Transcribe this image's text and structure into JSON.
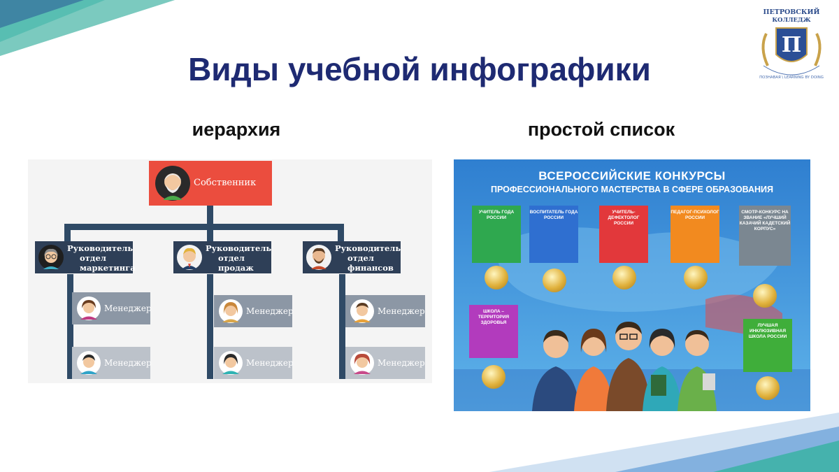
{
  "slide": {
    "title": "Виды учебной инфографики",
    "left_caption": "иерархия",
    "right_caption": "простой список"
  },
  "logo": {
    "line1": "ПЕТРОВСКИЙ",
    "line2": "КОЛЛЕДЖ",
    "motto": "ПОЗНАВАЯ \\ LEARNING BY DOING"
  },
  "hierarchy": {
    "top": "Собственник",
    "departments": [
      {
        "lines": [
          "Руководитель",
          "отдел",
          "маркетинга"
        ]
      },
      {
        "lines": [
          "Руководитель",
          "отдел",
          "продаж"
        ]
      },
      {
        "lines": [
          "Руководитель",
          "отдел",
          "финансов"
        ]
      }
    ],
    "manager_label": "Менеджер"
  },
  "poster": {
    "title_line1": "ВСЕРОССИЙСКИЕ КОНКУРСЫ",
    "title_line2": "ПРОФЕССИОНАЛЬНОГО МАСТЕРСТВА В СФЕРЕ ОБРАЗОВАНИЯ",
    "cards": [
      {
        "title": "УЧИТЕЛЬ ГОДА РОССИИ",
        "color": "#2fa84f"
      },
      {
        "title": "ВОСПИТАТЕЛЬ ГОДА РОССИИ",
        "color": "#2f6fd0"
      },
      {
        "title": "УЧИТЕЛЬ-ДЕФЕКТОЛОГ РОССИИ",
        "color": "#e2383b"
      },
      {
        "title": "ПЕДАГОГ-ПСИХОЛОГ РОССИИ",
        "color": "#f28a1f"
      },
      {
        "title": "СМОТР-КОНКУРС НА ЗВАНИЕ «ЛУЧШИЙ КАЗАЧИЙ КАДЕТСКИЙ КОРПУС»",
        "color": "#7b8791"
      },
      {
        "title": "ШКОЛА – ТЕРРИТОРИЯ ЗДОРОВЬЯ",
        "color": "#b23bbd"
      },
      {
        "title": "ЛУЧШАЯ ИНКЛЮЗИВНАЯ ШКОЛА РОССИИ",
        "color": "#3fae3a"
      }
    ]
  },
  "colors": {
    "title": "#1e2a72",
    "owner_box": "#eb4d3e",
    "dept_box": "#2e3f57",
    "manager_dark": "#8c97a5",
    "manager_light": "#bcc2ca",
    "connector": "#2f4a66",
    "poster_bg": "#3a8ed6"
  }
}
